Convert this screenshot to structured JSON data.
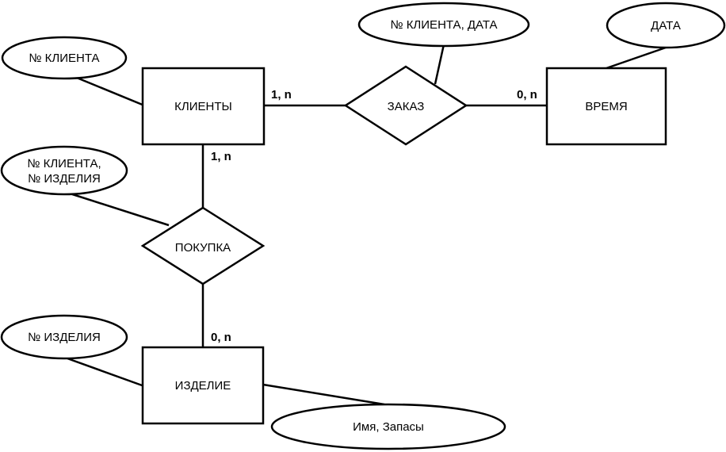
{
  "diagram": {
    "entities": {
      "clients": "КЛИЕНТЫ",
      "time": "ВРЕМЯ",
      "product": "ИЗДЕЛИЕ"
    },
    "relationships": {
      "order": "ЗАКАЗ",
      "purchase": "ПОКУПКА"
    },
    "attributes": {
      "client_no": "№ КЛИЕНТА",
      "order_keys": "№ КЛИЕНТА, ДАТА",
      "date": "ДАТА",
      "purchase_keys_line1": "№ КЛИЕНТА,",
      "purchase_keys_line2": "№ ИЗДЕЛИЯ",
      "product_no": "№ ИЗДЕЛИЯ",
      "name_stock": "Имя, Запасы"
    },
    "cardinalities": {
      "clients_order": "1, n",
      "time_order": "0, n",
      "clients_purchase": "1, n",
      "product_purchase": "0, n"
    }
  }
}
